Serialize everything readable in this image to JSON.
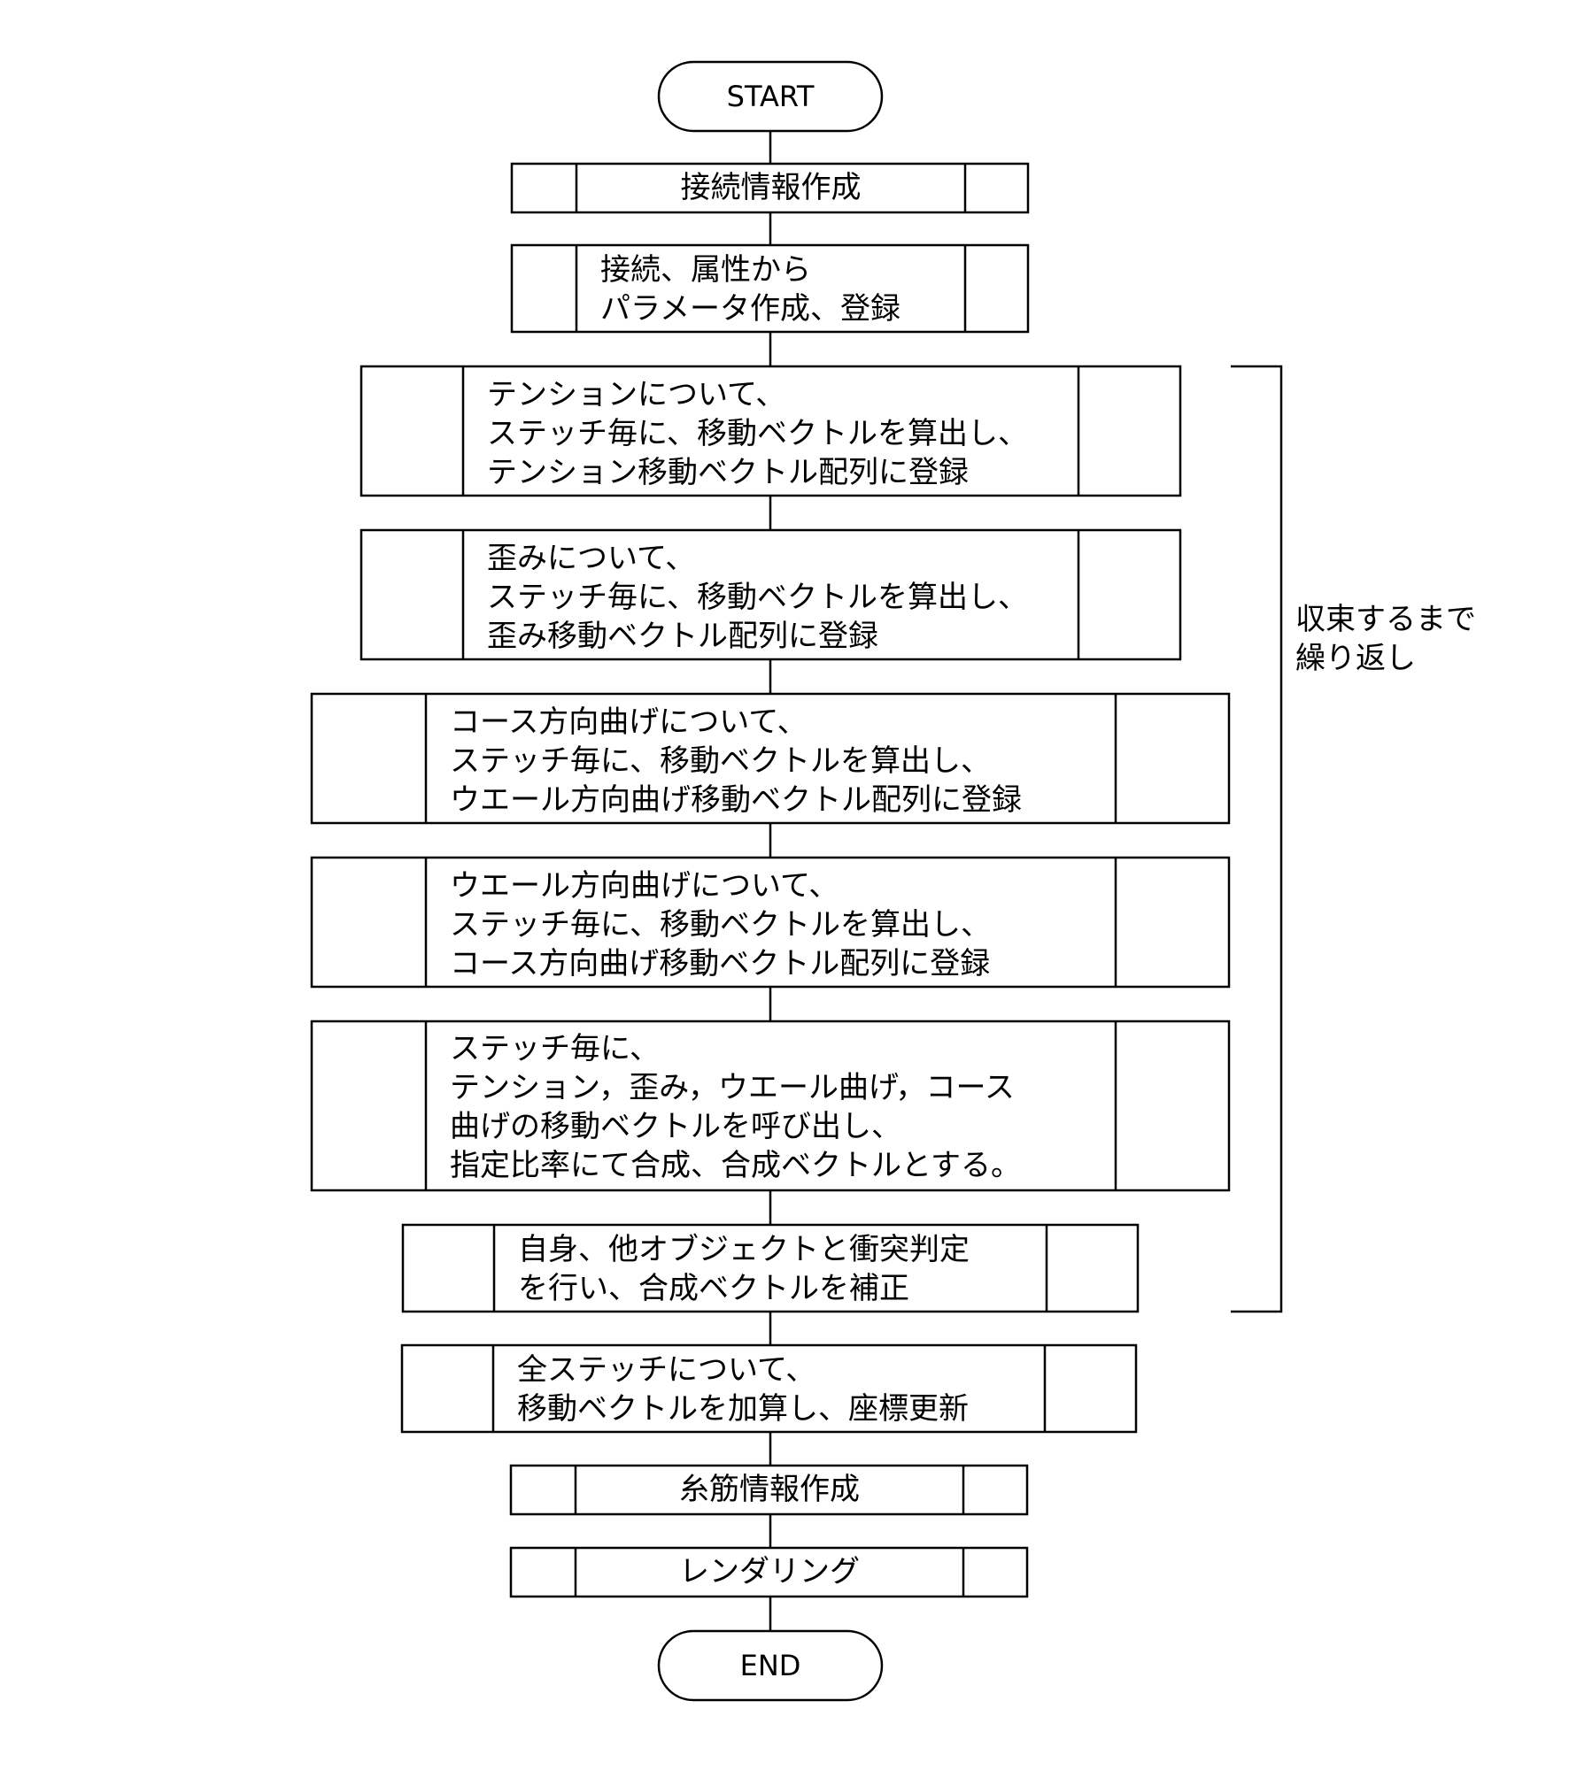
{
  "flowchart": {
    "start": "START",
    "end": "END",
    "steps": [
      {
        "lines": [
          "接続情報作成"
        ]
      },
      {
        "lines": [
          "接続、属性から",
          "パラメータ作成、登録"
        ]
      },
      {
        "lines": [
          "テンションについて、",
          "ステッチ毎に、移動ベクトルを算出し、",
          "テンション移動ベクトル配列に登録"
        ]
      },
      {
        "lines": [
          "歪みについて、",
          "ステッチ毎に、移動ベクトルを算出し、",
          "歪み移動ベクトル配列に登録"
        ]
      },
      {
        "lines": [
          "コース方向曲げについて、",
          "ステッチ毎に、移動ベクトルを算出し、",
          "ウエール方向曲げ移動ベクトル配列に登録"
        ]
      },
      {
        "lines": [
          "ウエール方向曲げについて、",
          "ステッチ毎に、移動ベクトルを算出し、",
          "コース方向曲げ移動ベクトル配列に登録"
        ]
      },
      {
        "lines": [
          "ステッチ毎に、",
          "テンション，歪み，ウエール曲げ，コース",
          "曲げの移動ベクトルを呼び出し、",
          "指定比率にて合成、合成ベクトルとする。"
        ]
      },
      {
        "lines": [
          "自身、他オブジェクトと衝突判定",
          "を行い、合成ベクトルを補正"
        ]
      },
      {
        "lines": [
          "全ステッチについて、",
          "移動ベクトルを加算し、座標更新"
        ]
      },
      {
        "lines": [
          "糸筋情報作成"
        ]
      },
      {
        "lines": [
          "レンダリング"
        ]
      }
    ],
    "loop_label": [
      "収束するまで",
      "繰り返し"
    ]
  }
}
